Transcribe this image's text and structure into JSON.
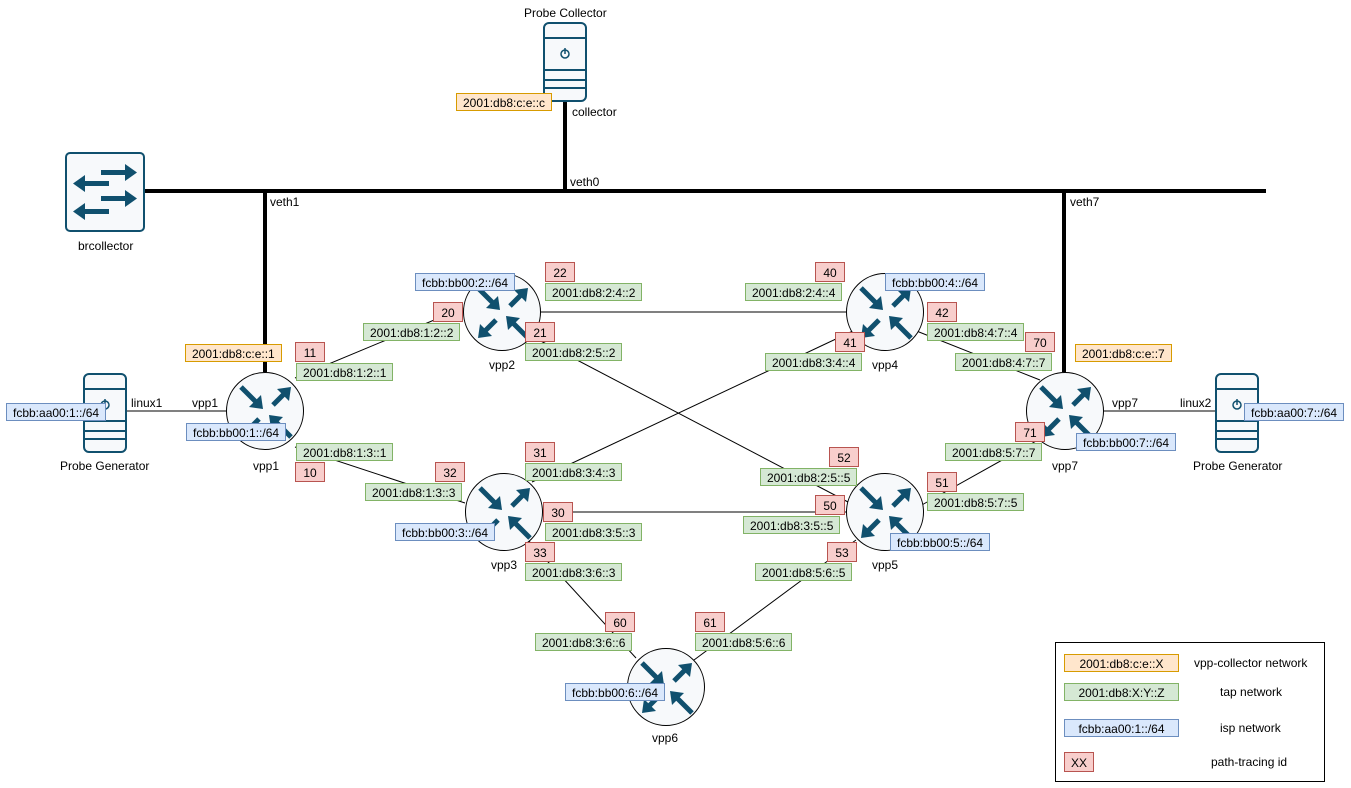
{
  "top": {
    "probe_collector_label": "Probe Collector",
    "collector_label": "collector",
    "collector_addr": "2001:db8:c:e::c",
    "veth0": "veth0",
    "veth1": "veth1",
    "veth7": "veth7",
    "brcollector": "brcollector"
  },
  "left": {
    "addr_isp": "fcbb:aa00:1::/64",
    "iface_linux": "linux1",
    "iface_vpp": "vpp1",
    "title": "Probe Generator"
  },
  "right": {
    "addr_isp": "fcbb:aa00:7::/64",
    "iface_linux": "linux2",
    "iface_vpp": "vpp7",
    "title": "Probe Generator"
  },
  "routers": {
    "vpp1": {
      "name": "vpp1",
      "collector": "2001:db8:c:e::1",
      "isp": "fcbb:bb00:1::/64"
    },
    "vpp2": {
      "name": "vpp2",
      "isp": "fcbb:bb00:2::/64"
    },
    "vpp3": {
      "name": "vpp3",
      "isp": "fcbb:bb00:3::/64"
    },
    "vpp4": {
      "name": "vpp4",
      "isp": "fcbb:bb00:4::/64"
    },
    "vpp5": {
      "name": "vpp5",
      "isp": "fcbb:bb00:5::/64"
    },
    "vpp6": {
      "name": "vpp6",
      "isp": "fcbb:bb00:6::/64"
    },
    "vpp7": {
      "name": "vpp7",
      "collector": "2001:db8:c:e::7",
      "isp": "fcbb:bb00:7::/64"
    }
  },
  "taps": {
    "t12_1": "2001:db8:1:2::1",
    "t12_2": "2001:db8:1:2::2",
    "t13_1": "2001:db8:1:3::1",
    "t13_3": "2001:db8:1:3::3",
    "t24_2": "2001:db8:2:4::2",
    "t24_4": "2001:db8:2:4::4",
    "t25_2": "2001:db8:2:5::2",
    "t25_5": "2001:db8:2:5::5",
    "t34_3": "2001:db8:3:4::3",
    "t34_4": "2001:db8:3:4::4",
    "t35_3": "2001:db8:3:5::3",
    "t35_5": "2001:db8:3:5::5",
    "t36_3": "2001:db8:3:6::3",
    "t36_6": "2001:db8:3:6::6",
    "t47_4": "2001:db8:4:7::4",
    "t47_7": "2001:db8:4:7::7",
    "t56_5": "2001:db8:5:6::5",
    "t56_6": "2001:db8:5:6::6",
    "t57_5": "2001:db8:5:7::5",
    "t57_7": "2001:db8:5:7::7"
  },
  "ids": {
    "i10": "10",
    "i11": "11",
    "i20": "20",
    "i21": "21",
    "i22": "22",
    "i30": "30",
    "i31": "31",
    "i32": "32",
    "i33": "33",
    "i40": "40",
    "i41": "41",
    "i42": "42",
    "i50": "50",
    "i51": "51",
    "i52": "52",
    "i53": "53",
    "i60": "60",
    "i61": "61",
    "i70": "70",
    "i71": "71"
  },
  "legend": {
    "items": [
      {
        "sample": "2001:db8:c:e::X",
        "desc": "vpp-collector network"
      },
      {
        "sample": "2001:db8:X:Y::Z",
        "desc": "tap network"
      },
      {
        "sample": "fcbb:aa00:1::/64",
        "desc": "isp network"
      },
      {
        "sample": "XX",
        "desc": "path-tracing id"
      }
    ]
  },
  "colors": {
    "icon": "#10506e",
    "orange_fill": "#ffe6cc",
    "green_fill": "#d5e8d4",
    "blue_fill": "#dae8fc",
    "red_fill": "#f8cecc"
  }
}
